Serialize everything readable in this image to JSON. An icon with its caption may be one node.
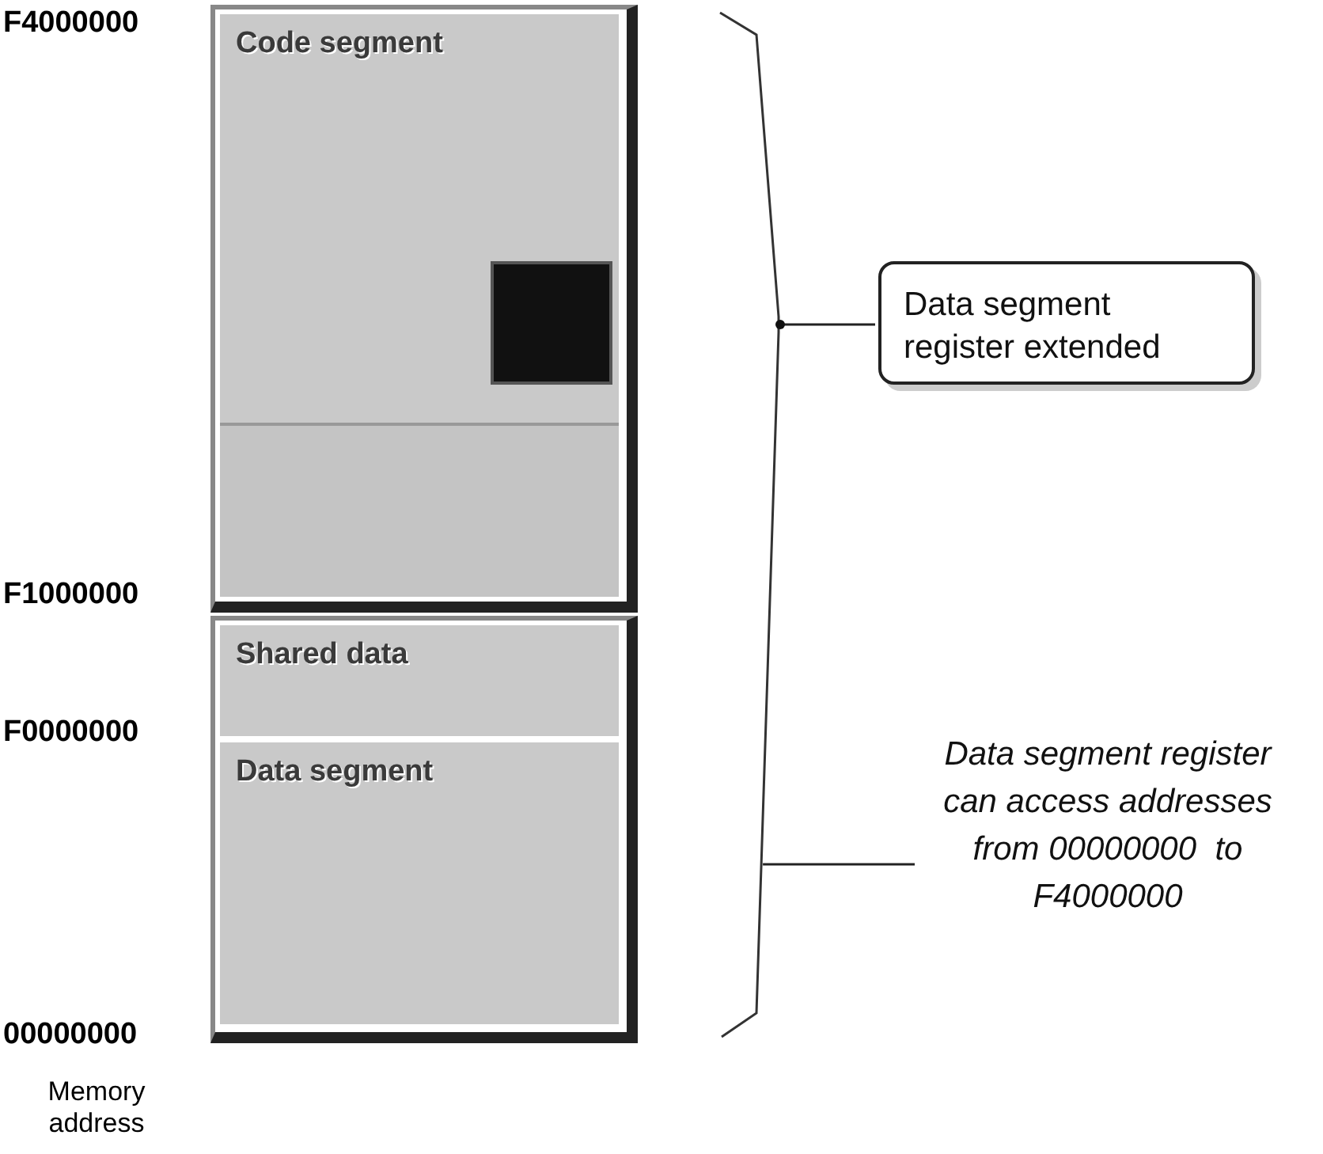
{
  "diagram": {
    "nodes": [
      {
        "text": [
          "Code segment"
        ]
      },
      {
        "text": [],
        "shape": "box",
        "in": 0
      },
      {
        "text": [
          "Shared data"
        ]
      },
      {
        "text": [
          "Data segment"
        ]
      },
      {
        "text": [
          "Data segment register extended"
        ]
      },
      {
        "text": [
          "Data segment register can access addresses from 00000000  to F4000000"
        ]
      },
      {
        "text": [],
        "shape": "bracket"
      }
    ],
    "edges": [
      {
        "from": 6,
        "to": 4,
        "arrow": "other"
      },
      {
        "from": 5,
        "to": 6,
        "arrow": "none"
      }
    ],
    "labels": [
      "F4000000",
      "F1000000",
      "F0000000",
      "00000000",
      "Memory address"
    ]
  }
}
